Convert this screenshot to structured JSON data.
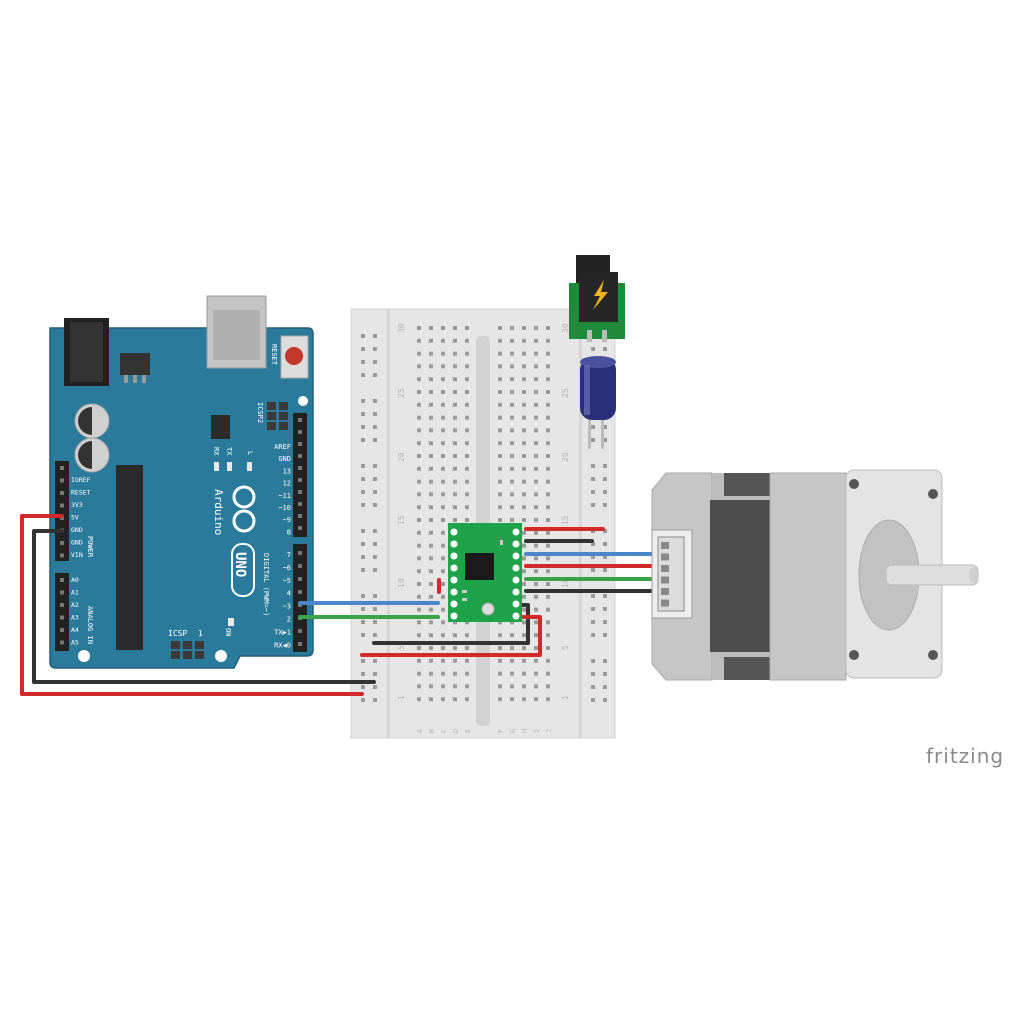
{
  "watermark": "fritzing",
  "colors": {
    "board": "#2a7b9b",
    "board_dark": "#1f5e78",
    "breadboard": "#e8e8e8",
    "driver_pcb": "#1ea24a",
    "wire_red": "#d22a2a",
    "wire_black": "#333333",
    "wire_blue": "#4a86c8",
    "wire_green": "#3aa34a",
    "motor_body": "#c9c9c9",
    "motor_dark": "#555555",
    "capacitor": "#2a2f7a"
  },
  "arduino": {
    "reset_label": "RESET",
    "icsp2_label": "ICSP2",
    "rx_label": "RX",
    "tx_label": "TX",
    "l_label": "L",
    "brand_text": "Arduino",
    "model_text": "UNO",
    "icsp_label": "ICSP",
    "icsp_pin": "1",
    "on_label": "ON",
    "digital_label": "DIGITAL (PWM=~)",
    "power_label": "POWER",
    "analog_label": "ANALOG IN",
    "power_pins": [
      "IOREF",
      "RESET",
      "3V3",
      "5V",
      "GND",
      "GND",
      "VIN"
    ],
    "analog_pins": [
      "A0",
      "A1",
      "A2",
      "A3",
      "A4",
      "A5"
    ],
    "digital_top": [
      "AREF",
      "GND",
      "13",
      "12",
      "~11",
      "~10",
      "~9",
      "8"
    ],
    "digital_bottom": [
      "7",
      "~6",
      "~5",
      "4",
      "~3",
      "2",
      "TX▶1",
      "RX◀0"
    ]
  },
  "breadboard": {
    "row_numbers": [
      "30",
      "25",
      "20",
      "15",
      "10",
      "5",
      "1"
    ],
    "col_letters": [
      "A",
      "B",
      "C",
      "D",
      "E",
      "F",
      "G",
      "H",
      "I",
      "J"
    ]
  },
  "icons": {
    "power_jack": "lightning-bolt-icon"
  }
}
